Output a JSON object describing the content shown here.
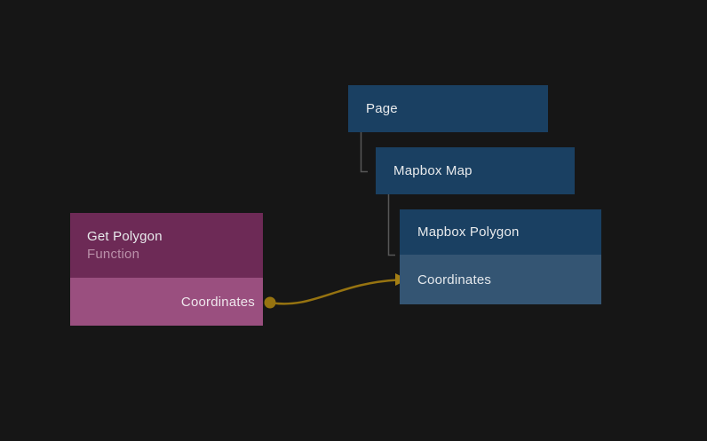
{
  "nodes": {
    "page": {
      "title": "Page"
    },
    "mapbox_map": {
      "title": "Mapbox Map"
    },
    "mapbox_polygon": {
      "title": "Mapbox Polygon",
      "input_label": "Coordinates"
    },
    "get_polygon": {
      "title": "Get Polygon",
      "subtitle": "Function",
      "output_label": "Coordinates"
    }
  },
  "connection": {
    "from_label": "Coordinates",
    "to_label": "Coordinates",
    "color": "#967310",
    "arrow_color": "#a37e14"
  },
  "colors": {
    "background": "#161616",
    "visual_node": "#1a4062",
    "visual_node_input_row": "#345573",
    "function_node_header": "#6d2a56",
    "function_node_body": "#9a4f7f",
    "tree_line": "#575757",
    "title_text": "#e8eaec",
    "subtitle_text": "#ba90a9"
  }
}
